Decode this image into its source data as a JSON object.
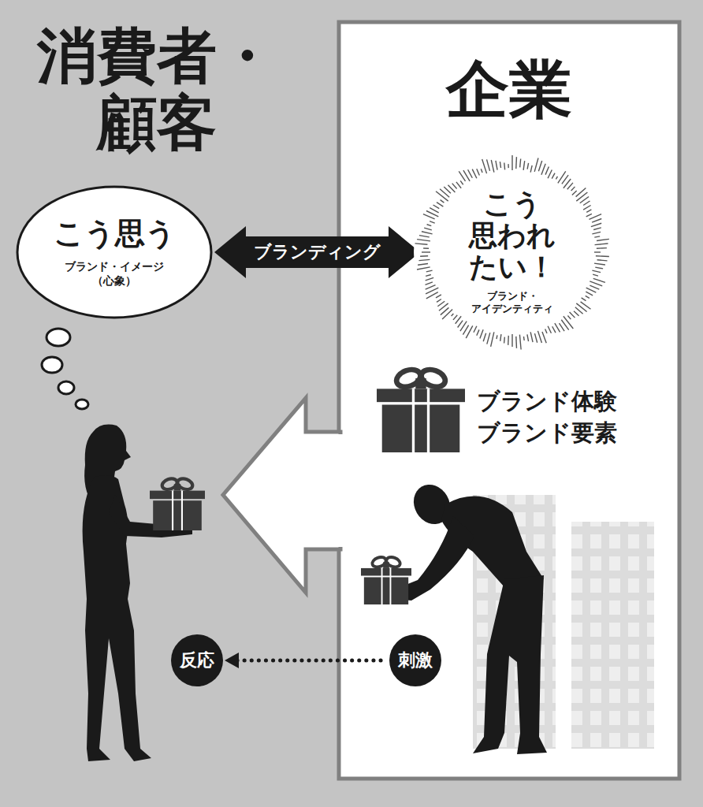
{
  "diagram": {
    "nodes": [
      {
        "text": [
          "企業"
        ]
      },
      {
        "text": [
          "こう思う",
          "ブランド・イメージ （心象）"
        ]
      },
      {
        "text": [
          "こう 思われ たい！",
          "ブランド・ アイデンティティ"
        ],
        "in": 0
      },
      {
        "text": [
          "反応"
        ]
      },
      {
        "text": [
          "刺激"
        ],
        "in": 0
      }
    ],
    "edges": [
      {
        "from": 1,
        "to": 2,
        "label": "ブランディング",
        "arrow": "both"
      },
      {
        "from": 4,
        "to": 3,
        "arrow": "to"
      }
    ],
    "labels": [
      "消費者・ 顧客",
      "ブランド体験",
      "ブランド要素"
    ]
  }
}
